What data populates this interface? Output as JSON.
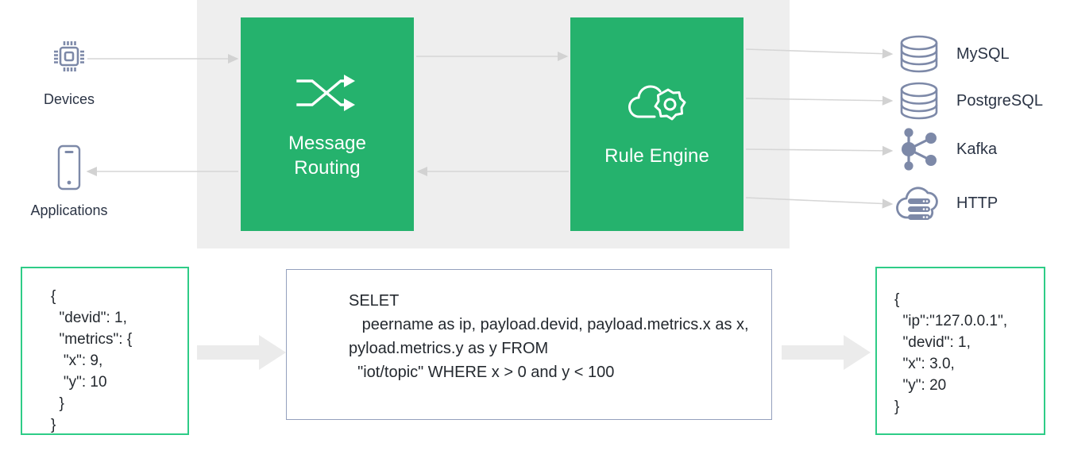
{
  "colors": {
    "green_box": "#25b26d",
    "panel_grey": "#eeeeee",
    "icon_blue_grey": "#7d89a8",
    "connector_grey": "#d6d6d6",
    "block_arrow_grey": "#ebebeb",
    "json_border_green": "#2ecc87",
    "sql_border_blue_grey": "#94a0bd",
    "text_dark": "#2b3445"
  },
  "sources": [
    {
      "id": "devices",
      "label": "Devices",
      "icon": "chip-icon"
    },
    {
      "id": "applications",
      "label": "Applications",
      "icon": "mobile-phone-icon"
    }
  ],
  "stages": [
    {
      "id": "message-routing",
      "label": "Message\nRouting",
      "label_line1": "Message",
      "label_line2": "Routing",
      "icon": "shuffle-icon"
    },
    {
      "id": "rule-engine",
      "label": "Rule Engine",
      "label_line1": "Rule Engine",
      "label_line2": "",
      "icon": "cloud-gear-icon"
    }
  ],
  "destinations": [
    {
      "id": "mysql",
      "label": "MySQL",
      "icon": "database-icon"
    },
    {
      "id": "postgresql",
      "label": "PostgreSQL",
      "icon": "database-icon"
    },
    {
      "id": "kafka",
      "label": "Kafka",
      "icon": "node-graph-icon"
    },
    {
      "id": "http",
      "label": "HTTP",
      "icon": "cloud-server-icon"
    }
  ],
  "flow": {
    "input_json": "{\n  \"devid\": 1,\n  \"metrics\": {\n   \"x\": 9,\n   \"y\": 10\n  }\n}",
    "sql": "SELET\n   peername as ip, payload.devid, payload.metrics.x as x, pyload.metrics.y as y FROM\n  \"iot/topic\" WHERE x > 0 and y < 100",
    "output_json": "{\n  \"ip\":\"127.0.0.1\",\n  \"devid\": 1,\n  \"x\": 3.0,\n  \"y\": 20\n}"
  }
}
